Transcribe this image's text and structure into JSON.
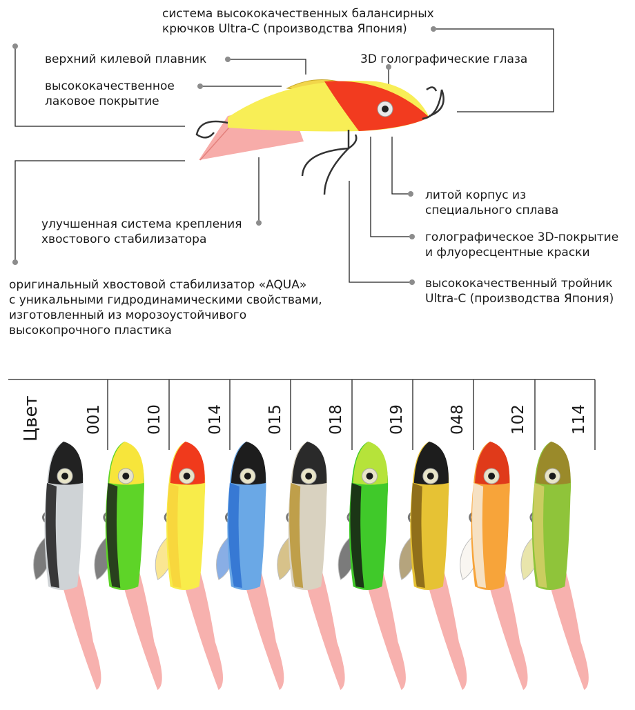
{
  "callouts": {
    "top_hooks": [
      "система высококачественных балансирных",
      "крючков Ultra-C (производства Япония)"
    ],
    "dorsal_fin": "верхний килевой плавник",
    "lacquer": [
      "высококачественное",
      "лаковое покрытие"
    ],
    "eyes": "3D голографические глаза",
    "tail_mount": [
      "улучшенная система крепления",
      "хвостового стабилизатора"
    ],
    "cast_body": [
      "литой корпус из",
      "специального сплава"
    ],
    "holo_coating": [
      "голографическое 3D-покрытие",
      "и флуоресцентные краски"
    ],
    "treble": [
      "высококачественный тройник",
      "Ultra-C (производства Япония)"
    ],
    "stabilizer": [
      "оригинальный хвостовой стабилизатор «AQUA»",
      "с уникальными гидродинамическими свойствами,",
      "изготовленный из морозоустойчивого",
      "высокопрочного пластика"
    ]
  },
  "colors": {
    "header": "Цвет",
    "codes": [
      "001",
      "010",
      "014",
      "015",
      "018",
      "019",
      "048",
      "102",
      "114"
    ]
  },
  "palette": {
    "line": "#222222",
    "dot": "#8c8c8c",
    "tail": "#f6a3a0",
    "lure_main": [
      "#f23b1f",
      "#fbe94e"
    ],
    "lure_variants": [
      {
        "head": "#222222",
        "body": "#cfd3d6",
        "side": "#111111"
      },
      {
        "head": "#f7e53b",
        "body": "#5ed428",
        "side": "#1a1a1a"
      },
      {
        "head": "#f03a1c",
        "body": "#f8ec4a",
        "side": "#f7d23a"
      },
      {
        "head": "#1d1d1d",
        "body": "#6aa8e6",
        "side": "#2a6dd0"
      },
      {
        "head": "#2a2a2a",
        "body": "#d9d2c0",
        "side": "#b8922c"
      },
      {
        "head": "#b6e33a",
        "body": "#40c92a",
        "side": "#111111"
      },
      {
        "head": "#1d1d1d",
        "body": "#e6c234",
        "side": "#7a5a14"
      },
      {
        "head": "#e03a1a",
        "body": "#f7a43a",
        "side": "#f5f0e6"
      },
      {
        "head": "#9a8a2a",
        "body": "#8fc43a",
        "side": "#d8d06a"
      }
    ]
  }
}
